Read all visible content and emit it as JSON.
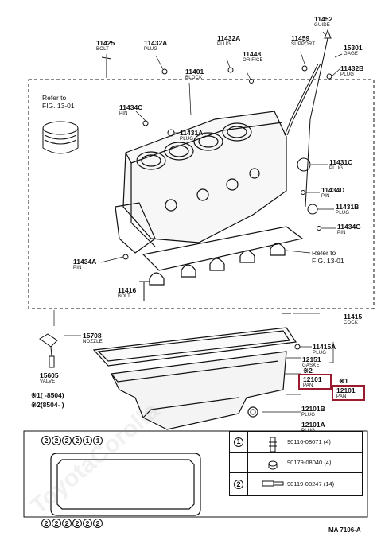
{
  "parts": {
    "p11425": {
      "num": "11425",
      "name": "BOLT"
    },
    "p11432a_l": {
      "num": "11432A",
      "name": "PLUG"
    },
    "p11432a_r": {
      "num": "11432A",
      "name": "PLUG"
    },
    "p11452": {
      "num": "11452",
      "name": "GUIDE"
    },
    "p11459": {
      "num": "11459",
      "name": "SUPPORT"
    },
    "p15301": {
      "num": "15301",
      "name": "GAGE"
    },
    "p11432b": {
      "num": "11432B",
      "name": "PLUG"
    },
    "p11401": {
      "num": "11401",
      "name": "BLOCK"
    },
    "p11448": {
      "num": "11448",
      "name": "ORIFICE"
    },
    "p11434c": {
      "num": "11434C",
      "name": "PIN"
    },
    "p11431a": {
      "num": "11431A",
      "name": "PLUG"
    },
    "p11431c": {
      "num": "11431C",
      "name": "PLUG"
    },
    "p11434d": {
      "num": "11434D",
      "name": "PIN"
    },
    "p11431b": {
      "num": "11431B",
      "name": "PLUG"
    },
    "p11434g": {
      "num": "11434G",
      "name": "PIN"
    },
    "p11434a": {
      "num": "11434A",
      "name": "PIN"
    },
    "p11416": {
      "num": "11416",
      "name": "BOLT"
    },
    "p15708": {
      "num": "15708",
      "name": "NOZZLE"
    },
    "p11415": {
      "num": "11415",
      "name": "COCK"
    },
    "p11415a": {
      "num": "11415A",
      "name": "PLUG"
    },
    "p12151": {
      "num": "12151",
      "name": "GASKET"
    },
    "p15605": {
      "num": "15605",
      "name": "VALVE"
    },
    "p12101_l": {
      "num": "12101",
      "name": "PAN"
    },
    "p12101_r": {
      "num": "12101",
      "name": "PAN"
    },
    "p12101b": {
      "num": "12101B",
      "name": "PLUG"
    },
    "p12101a": {
      "num": "12101A",
      "name": "PLUG"
    }
  },
  "refs": {
    "ref_top": {
      "line1": "Refer to",
      "line2": "FIG. 13-01"
    },
    "ref_bottom": {
      "line1": "Refer to",
      "line2": "FIG. 13-01"
    }
  },
  "notes": {
    "star2_right": "※2",
    "star1_right": "※1",
    "range1": "※1(      -8504)",
    "range2": "※2(8504-      )"
  },
  "circled_rows": {
    "row1": [
      "2",
      "2",
      "2",
      "2",
      "1",
      "1"
    ],
    "row2": [
      "2",
      "2",
      "2",
      "2",
      "2",
      "2"
    ]
  },
  "legend": [
    {
      "key": "1",
      "part": "90116-08071",
      "qty": "(4)"
    },
    {
      "key": "1",
      "part": "90179-08040",
      "qty": "(4)"
    },
    {
      "key": "2",
      "part": "90119-08247",
      "qty": "(14)"
    }
  ],
  "footer_code": "MA 7106-A",
  "highlight_color": "#9b1b2e"
}
